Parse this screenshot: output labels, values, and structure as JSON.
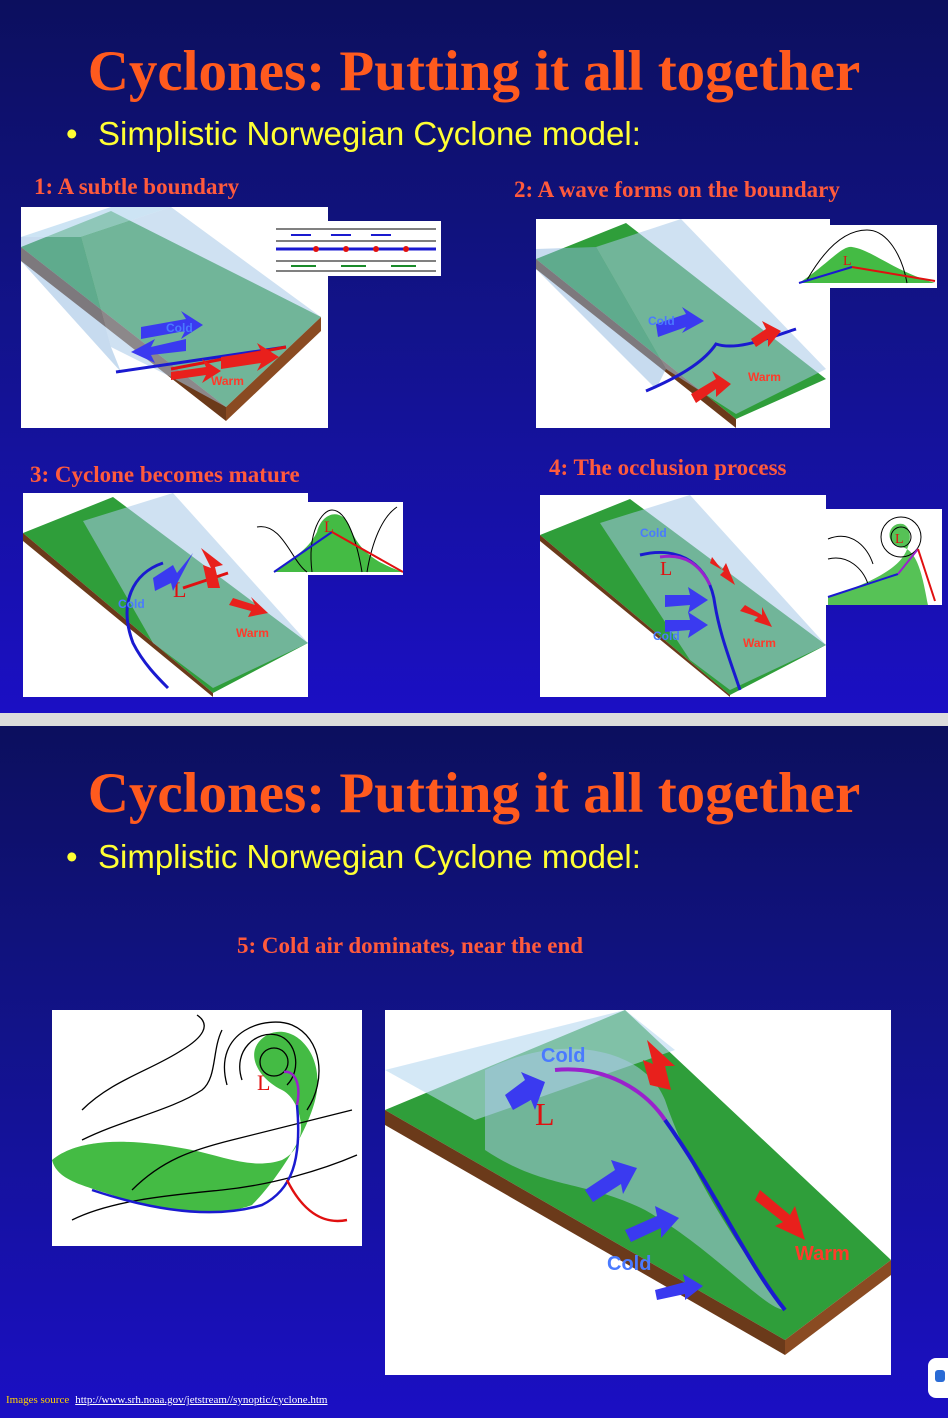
{
  "slides": [
    {
      "title": "Cyclones: Putting it all together",
      "bullet": "Simplistic Norwegian Cyclone model:",
      "stages": [
        {
          "label": "1: A subtle boundary",
          "cold": "Cold",
          "warm": "Warm"
        },
        {
          "label": "2: A wave forms on the boundary",
          "cold": "Cold",
          "warm": "Warm",
          "low": "L"
        },
        {
          "label": "3: Cyclone becomes mature",
          "cold": "Cold",
          "warm": "Warm",
          "low": "L"
        },
        {
          "label": "4: The occlusion process",
          "cold1": "Cold",
          "cold2": "Cold",
          "warm": "Warm",
          "low": "L"
        }
      ]
    },
    {
      "title": "Cyclones: Putting it all together",
      "bullet": "Simplistic Norwegian Cyclone model:",
      "stage": {
        "label": "5: Cold air dominates, near the end",
        "cold1": "Cold",
        "cold2": "Cold",
        "warm": "Warm",
        "low": "L"
      },
      "source_label": "Images source",
      "source_link": "http://www.srh.noaa.gov/jetstream//synoptic/cyclone.htm"
    }
  ],
  "colors": {
    "title": "#ff5a1e",
    "bullet": "#ffff33",
    "stage_label": "#ff5a3c",
    "cold_arrow": "#3a3af0",
    "warm_arrow": "#e8201c",
    "ground": "#2f9e3a",
    "cold_air": "#7fb0e8"
  },
  "icons": {
    "bullet": "bullet-dot-icon",
    "feedback": "feedback-icon"
  }
}
